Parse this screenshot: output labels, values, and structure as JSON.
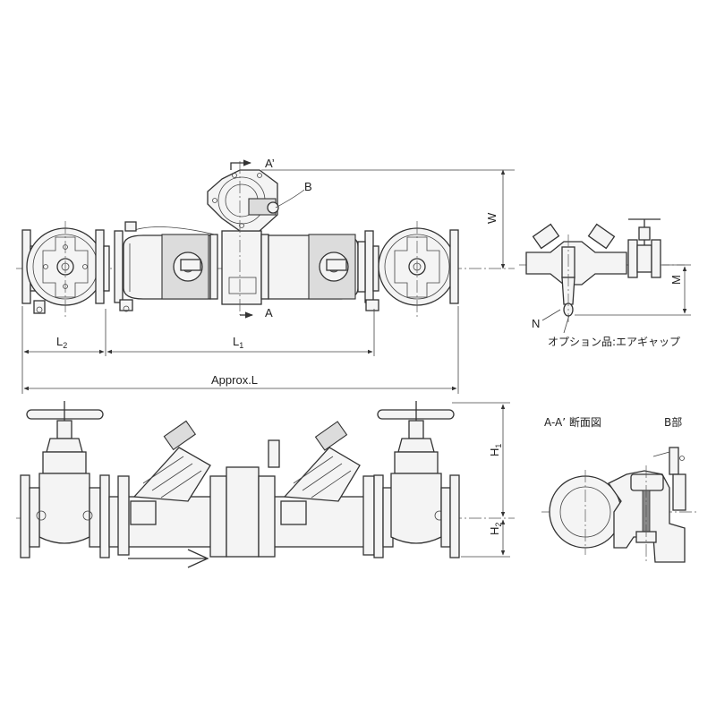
{
  "labels": {
    "section_a_prime_top": "A’",
    "section_a_bottom": "A",
    "part_b": "B",
    "dim_w": "W",
    "dim_m": "M",
    "dim_l1": "L",
    "dim_l1_sub": "1",
    "dim_l2": "L",
    "dim_l2_sub": "2",
    "dim_approx_l": "Approx.L",
    "dim_h1": "H",
    "dim_h1_sub": "1",
    "dim_h2": "H",
    "dim_h2_sub": "2",
    "part_n": "N",
    "option_note": "オプション品:エアギャップ",
    "section_view_title": "A-A’ 断面図",
    "part_b_view_title": "B部"
  }
}
